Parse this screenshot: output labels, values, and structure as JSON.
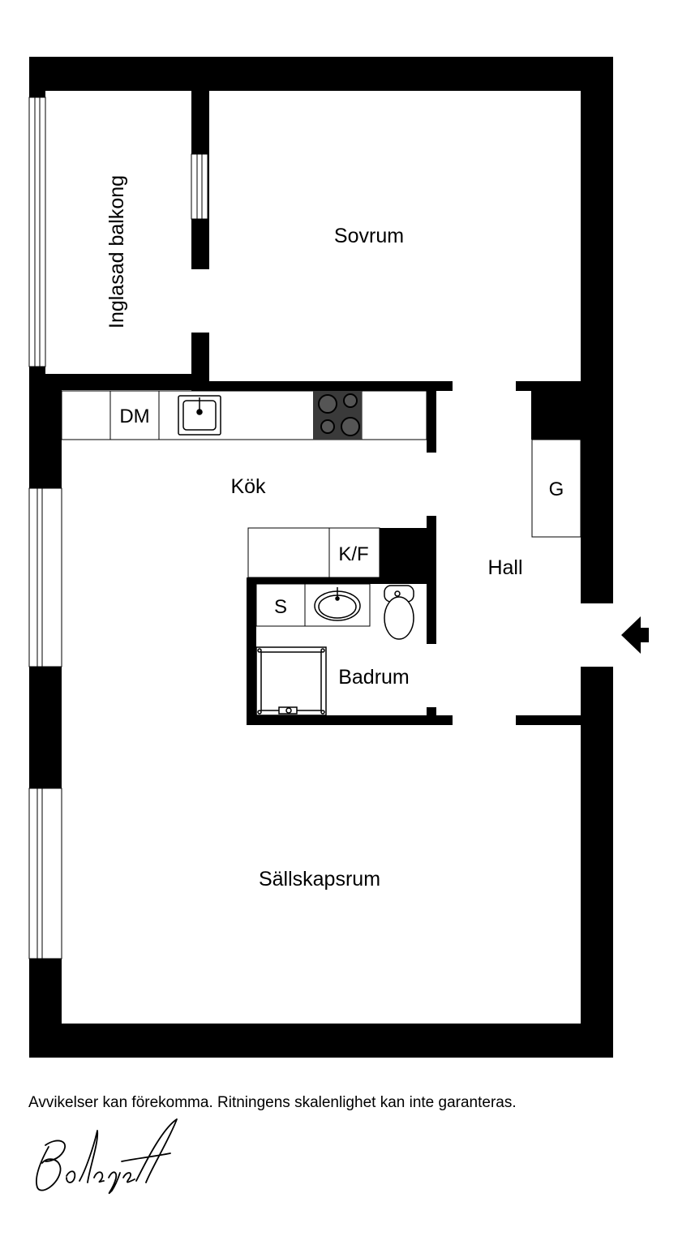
{
  "rooms": {
    "balcony": "Inglasad balkong",
    "bedroom": "Sovrum",
    "kitchen": "Kök",
    "hall": "Hall",
    "bathroom": "Badrum",
    "living_room": "Sällskapsrum"
  },
  "fixtures": {
    "dishwasher": "DM",
    "wardrobe": "G",
    "fridge_freezer": "K/F",
    "cabinet": "S"
  },
  "footer": {
    "disclaimer": "Avvikelser kan förekomma. Ritningens skalenlighet kan inte garanteras.",
    "logo_text": "Bolaget"
  },
  "colors": {
    "wall": "#000000",
    "floor": "#ffffff",
    "stove": "#3a3a3a"
  },
  "icons": [
    "entrance-arrow-icon",
    "sink-icon",
    "stove-icon",
    "washbasin-icon",
    "toilet-icon",
    "shower-icon"
  ]
}
